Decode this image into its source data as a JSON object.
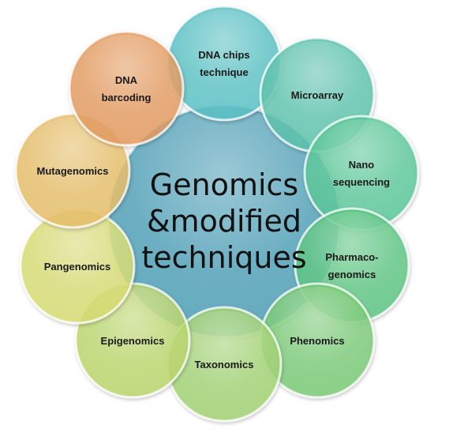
{
  "center": {
    "lines": [
      "Genomics",
      "&modified",
      "techniques"
    ],
    "color": "#5fa9bd"
  },
  "satellites": [
    {
      "id": "dna-chips",
      "lines": [
        "DNA chips",
        "technique"
      ],
      "color": "#5cc3c6"
    },
    {
      "id": "microarray",
      "lines": [
        "Microarray"
      ],
      "color": "#5dc4ad"
    },
    {
      "id": "nano-sequencing",
      "lines": [
        "Nano",
        "sequencing"
      ],
      "color": "#5cc99a"
    },
    {
      "id": "pharmacogenomics",
      "lines": [
        "Pharmaco-",
        "genomics"
      ],
      "color": "#5ec784"
    },
    {
      "id": "phenomics",
      "lines": [
        "Phenomics"
      ],
      "color": "#7acc78"
    },
    {
      "id": "taxonomics",
      "lines": [
        "Taxonomics"
      ],
      "color": "#a2d474"
    },
    {
      "id": "epigenomics",
      "lines": [
        "Epigenomics"
      ],
      "color": "#bcd86e"
    },
    {
      "id": "pangenomics",
      "lines": [
        "Pangenomics"
      ],
      "color": "#d9de73"
    },
    {
      "id": "mutagenomics",
      "lines": [
        "Mutagenomics"
      ],
      "color": "#e9bf6a"
    },
    {
      "id": "dna-barcoding",
      "lines": [
        "DNA",
        "barcoding"
      ],
      "color": "#e79c61"
    }
  ]
}
